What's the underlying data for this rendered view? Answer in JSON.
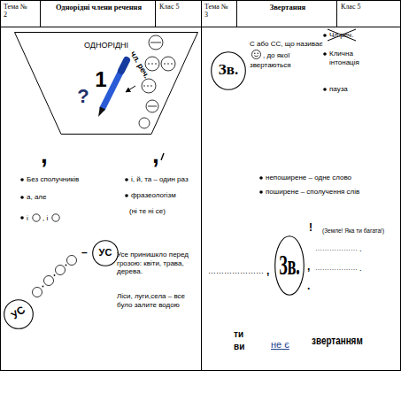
{
  "diagram": {
    "nodes": [
      {
        "text": [
          "Тема № 2"
        ]
      },
      {
        "text": [
          "Однорідні члени речення"
        ]
      },
      {
        "text": [
          "Клас 5"
        ]
      },
      {
        "text": [
          "Тема № 3"
        ]
      },
      {
        "text": [
          "Звертання"
        ]
      },
      {
        "text": [
          "Клас 5"
        ]
      },
      {
        "text": [
          "ОДНОРІДНІ",
          "?",
          "1",
          "чл. реч."
        ]
      },
      {
        "text": [
          "УС"
        ]
      },
      {
        "text": [
          "УС"
        ]
      },
      {
        "text": [
          "Зв."
        ]
      },
      {
        "text": [
          "Зв."
        ]
      }
    ],
    "labels": [
      ",",
      ",",
      "Без сполучників",
      "а, але",
      "і",
      ", і",
      "і, й, та – один раз",
      "фразеологізм",
      "(ні те ні се)",
      "–",
      "Усе принишкло перед грозою: квіти, трава, дерева.",
      "Ліси, луги,села – все було залите водою",
      "С або СС, що називає",
      ", до якої звертаються",
      "Чл.реч.",
      "Клична інтонація",
      "пауза",
      "непоширене – одне слово",
      "поширене – сполучення слів",
      "!",
      "(Земле! Яка ти багата!)",
      "…………………",
      ",",
      "………………",
      ".",
      ",",
      "………………",
      ".",
      ".",
      "ти",
      "ви",
      "не є",
      "звертанням"
    ]
  }
}
